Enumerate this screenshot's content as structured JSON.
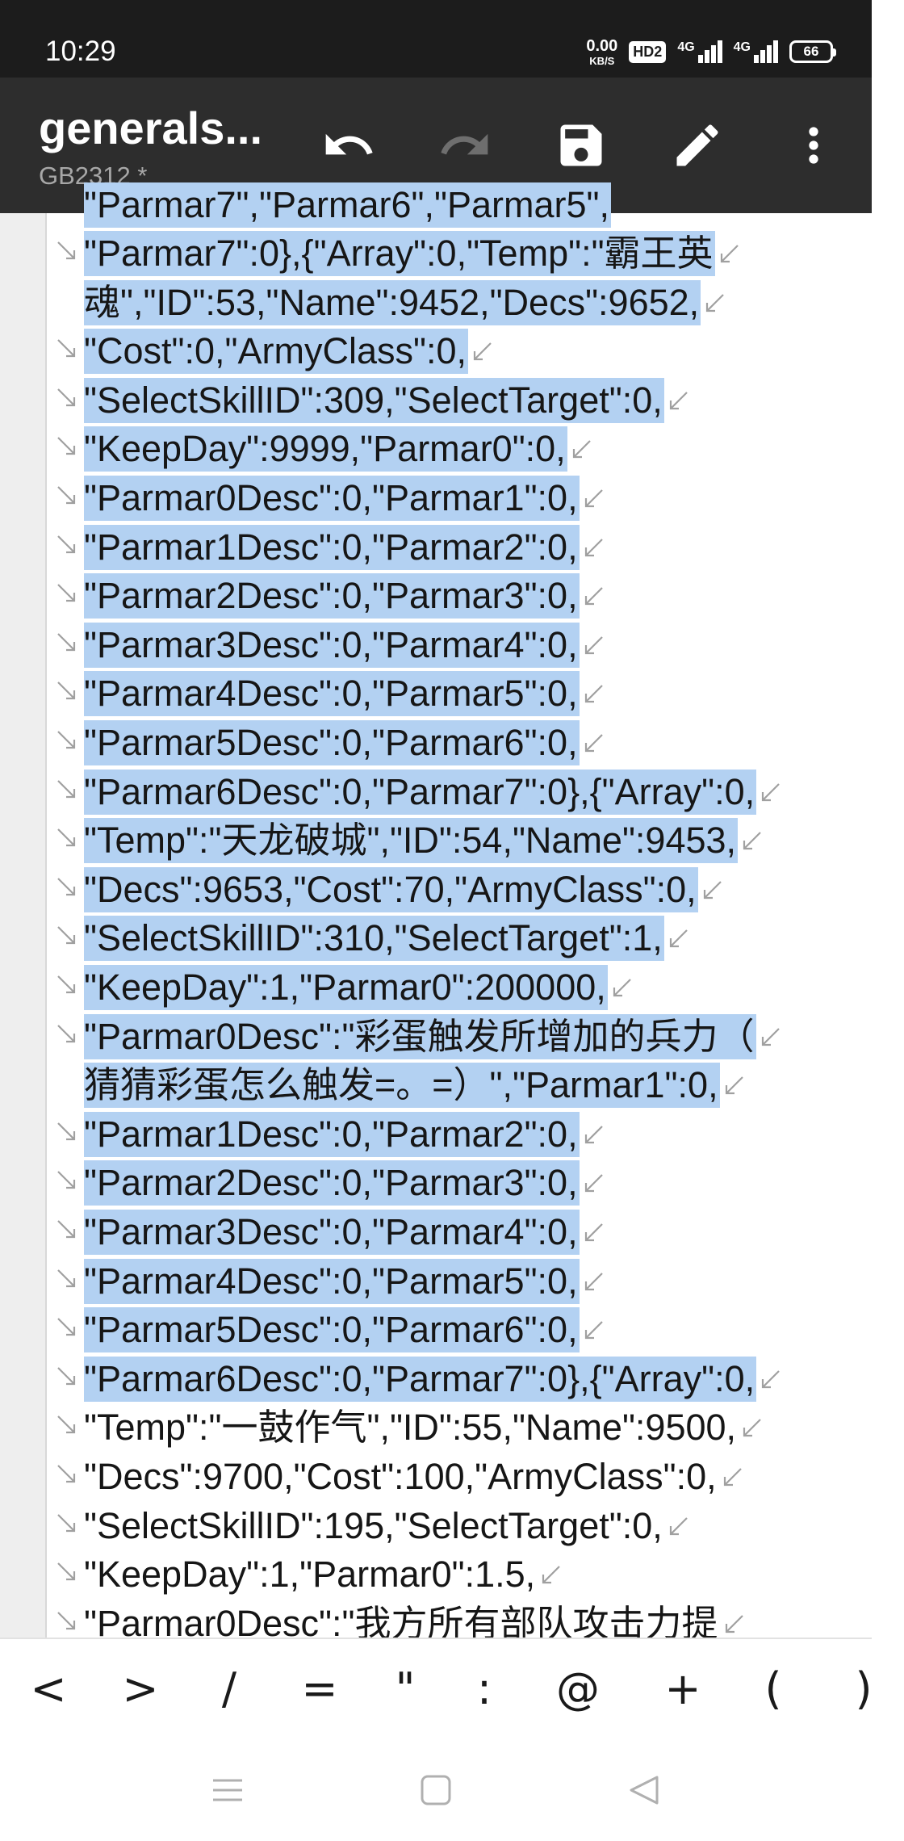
{
  "status_bar": {
    "time": "10:29",
    "net_speed_value": "0.00",
    "net_speed_unit": "KB/S",
    "hd_badge": "HD2",
    "signal1_label": "4G",
    "signal2_label": "4G",
    "battery_level": "66"
  },
  "toolbar": {
    "title": "generals...",
    "encoding": "GB2312 *",
    "icons": [
      "undo-icon",
      "redo-icon",
      "save-icon",
      "edit-pencil-icon",
      "more-vert-icon"
    ]
  },
  "editor": {
    "partial_top_line": "\"Parmar7\",\"Parmar6\",\"Parmar5\",",
    "lines": [
      {
        "text": "\"Parmar7\":0},{\"Array\":0,\"Temp\":\"霸王英",
        "selected": true,
        "wrap": true
      },
      {
        "text": "魂\",\"ID\":53,\"Name\":9452,\"Decs\":9652,",
        "selected": true,
        "wrap": false
      },
      {
        "text": "\"Cost\":0,\"ArmyClass\":0,",
        "selected": true,
        "wrap": true
      },
      {
        "text": "\"SelectSkillID\":309,\"SelectTarget\":0,",
        "selected": true,
        "wrap": true
      },
      {
        "text": "\"KeepDay\":9999,\"Parmar0\":0,",
        "selected": true,
        "wrap": true
      },
      {
        "text": "\"Parmar0Desc\":0,\"Parmar1\":0,",
        "selected": true,
        "wrap": true
      },
      {
        "text": "\"Parmar1Desc\":0,\"Parmar2\":0,",
        "selected": true,
        "wrap": true
      },
      {
        "text": "\"Parmar2Desc\":0,\"Parmar3\":0,",
        "selected": true,
        "wrap": true
      },
      {
        "text": "\"Parmar3Desc\":0,\"Parmar4\":0,",
        "selected": true,
        "wrap": true
      },
      {
        "text": "\"Parmar4Desc\":0,\"Parmar5\":0,",
        "selected": true,
        "wrap": true
      },
      {
        "text": "\"Parmar5Desc\":0,\"Parmar6\":0,",
        "selected": true,
        "wrap": true
      },
      {
        "text": "\"Parmar6Desc\":0,\"Parmar7\":0},{\"Array\":0,",
        "selected": true,
        "wrap": true
      },
      {
        "text": "\"Temp\":\"天龙破城\",\"ID\":54,\"Name\":9453,",
        "selected": true,
        "wrap": true
      },
      {
        "text": "\"Decs\":9653,\"Cost\":70,\"ArmyClass\":0,",
        "selected": true,
        "wrap": true
      },
      {
        "text": "\"SelectSkillID\":310,\"SelectTarget\":1,",
        "selected": true,
        "wrap": true
      },
      {
        "text": "\"KeepDay\":1,\"Parmar0\":200000,",
        "selected": true,
        "wrap": true
      },
      {
        "text": "\"Parmar0Desc\":\"彩蛋触发所增加的兵力（",
        "selected": true,
        "wrap": true
      },
      {
        "text": "猜猜彩蛋怎么触发=。=）\",\"Parmar1\":0,",
        "selected": true,
        "wrap": false
      },
      {
        "text": "\"Parmar1Desc\":0,\"Parmar2\":0,",
        "selected": true,
        "wrap": true
      },
      {
        "text": "\"Parmar2Desc\":0,\"Parmar3\":0,",
        "selected": true,
        "wrap": true
      },
      {
        "text": "\"Parmar3Desc\":0,\"Parmar4\":0,",
        "selected": true,
        "wrap": true
      },
      {
        "text": "\"Parmar4Desc\":0,\"Parmar5\":0,",
        "selected": true,
        "wrap": true
      },
      {
        "text": "\"Parmar5Desc\":0,\"Parmar6\":0,",
        "selected": true,
        "wrap": true
      },
      {
        "text": "\"Parmar6Desc\":0,\"Parmar7\":0},{\"Array\":0,",
        "selected": true,
        "wrap": true
      },
      {
        "text": "\"Temp\":\"一鼓作气\",\"ID\":55,\"Name\":9500,",
        "selected": false,
        "wrap": true
      },
      {
        "text": "\"Decs\":9700,\"Cost\":100,\"ArmyClass\":0,",
        "selected": false,
        "wrap": true
      },
      {
        "text": "\"SelectSkillID\":195,\"SelectTarget\":0,",
        "selected": false,
        "wrap": true
      },
      {
        "text": "\"KeepDay\":1,\"Parmar0\":1.5,",
        "selected": false,
        "wrap": true
      },
      {
        "text": "\"Parmar0Desc\":\"我方所有部队攻击力提",
        "selected": false,
        "wrap": true
      }
    ]
  },
  "symbol_bar": {
    "symbols": [
      "<",
      ">",
      "/",
      "=",
      "\"",
      ":",
      "@",
      "+",
      "(",
      ")"
    ]
  },
  "nav_bar": {
    "icons": [
      "recents-menu-icon",
      "home-square-icon",
      "back-triangle-icon"
    ]
  }
}
